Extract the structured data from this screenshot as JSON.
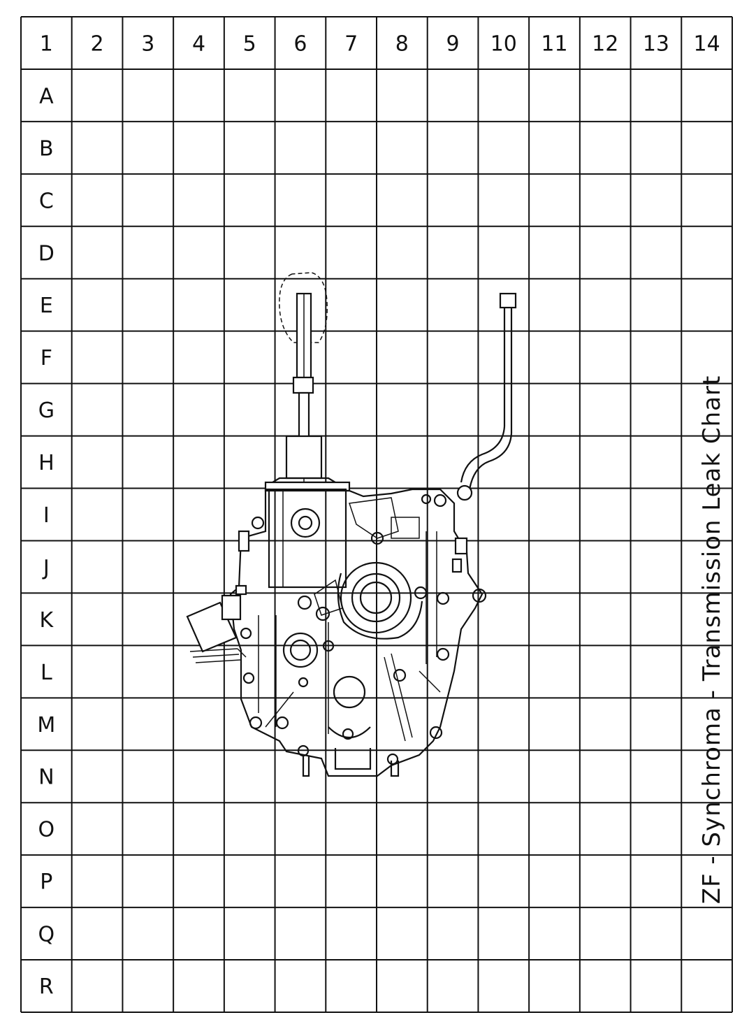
{
  "column_headers": [
    "1",
    "2",
    "3",
    "4",
    "5",
    "6",
    "7",
    "8",
    "9",
    "10",
    "11",
    "12",
    "13",
    "14"
  ],
  "row_labels": [
    "A",
    "B",
    "C",
    "D",
    "E",
    "F",
    "G",
    "H",
    "I",
    "J",
    "K",
    "L",
    "M",
    "N",
    "O",
    "P",
    "Q",
    "R"
  ],
  "title": "ZF - Synchroma -  Transmission Leak Chart",
  "colors": {
    "ink": "#111111",
    "paper": "#ffffff"
  }
}
